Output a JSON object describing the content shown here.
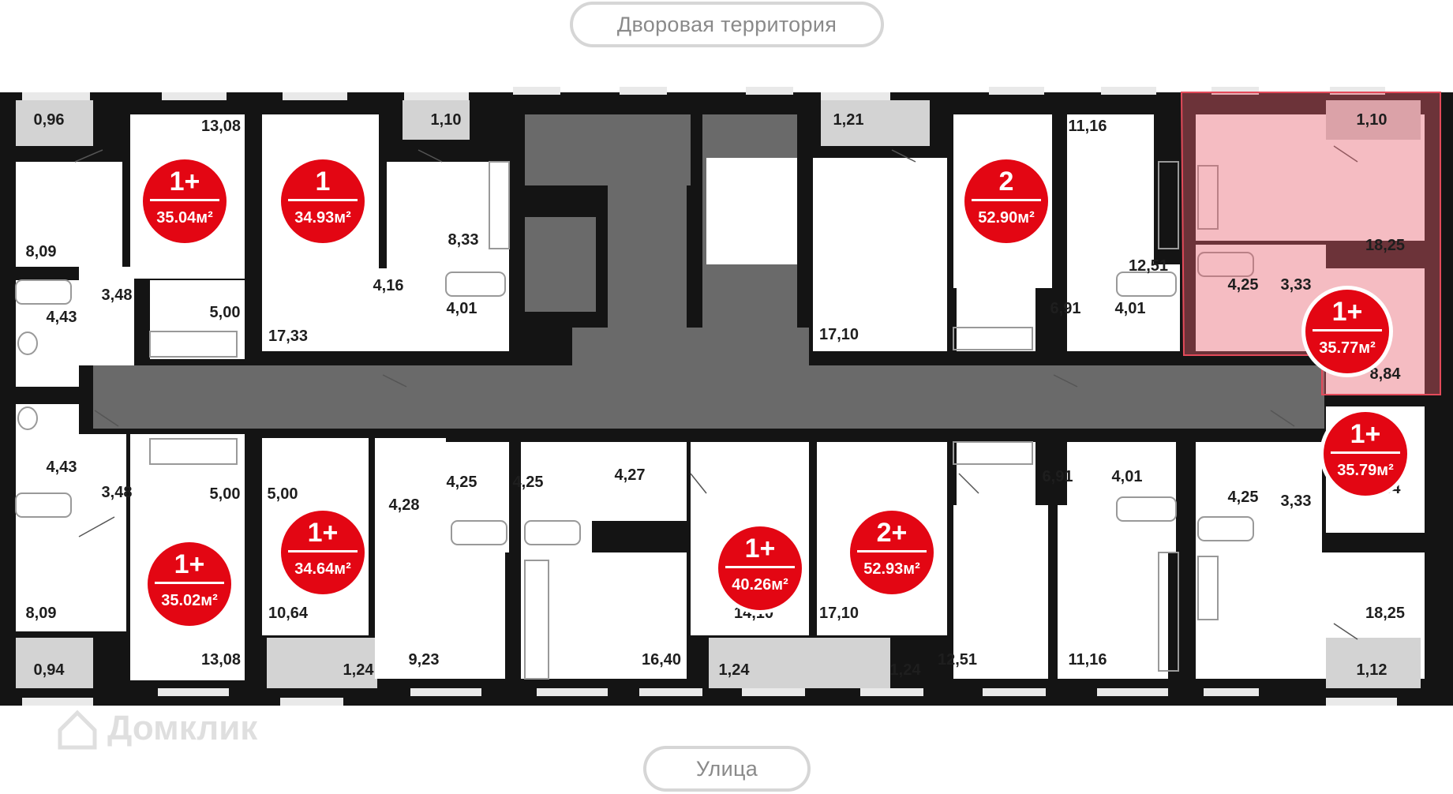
{
  "labels": {
    "top": "Дворовая территория",
    "bottom": "Улица"
  },
  "watermark": "Домклик",
  "colors": {
    "badge": "#e30613",
    "highlight": "#e8606e",
    "wall": "#141414",
    "common_area": "#6a6a6a"
  },
  "apartments": [
    {
      "type": "1+",
      "area": "35.04м²",
      "highlighted": false
    },
    {
      "type": "1",
      "area": "34.93м²",
      "highlighted": false
    },
    {
      "type": "2",
      "area": "52.90м²",
      "highlighted": false
    },
    {
      "type": "1+",
      "area": "35.77м²",
      "highlighted": true
    },
    {
      "type": "1+",
      "area": "35.79м²",
      "highlighted": false
    },
    {
      "type": "1+",
      "area": "35.02м²",
      "highlighted": false
    },
    {
      "type": "1+",
      "area": "34.64м²",
      "highlighted": false
    },
    {
      "type": "1+",
      "area": "40.26м²",
      "highlighted": false
    },
    {
      "type": "2+",
      "area": "52.93м²",
      "highlighted": false
    }
  ],
  "rooms": [
    "0,96",
    "13,08",
    "1,10",
    "1,21",
    "11,16",
    "1,10",
    "8,09",
    "3,48",
    "5,00",
    "4,43",
    "8,33",
    "4,16",
    "4,01",
    "17,33",
    "17,10",
    "12,51",
    "6,91",
    "4,01",
    "18,25",
    "4,25",
    "3,33",
    "8,84",
    "4,43",
    "3,48",
    "5,00",
    "5,00",
    "4,28",
    "4,25",
    "4,25",
    "4,27",
    "6,91",
    "4,01",
    "4,25",
    "3,33",
    "8,84",
    "8,09",
    "10,64",
    "14,10",
    "17,10",
    "18,25",
    "0,94",
    "13,08",
    "1,24",
    "9,23",
    "16,40",
    "1,24",
    "1,24",
    "12,51",
    "11,16",
    "1,12"
  ]
}
